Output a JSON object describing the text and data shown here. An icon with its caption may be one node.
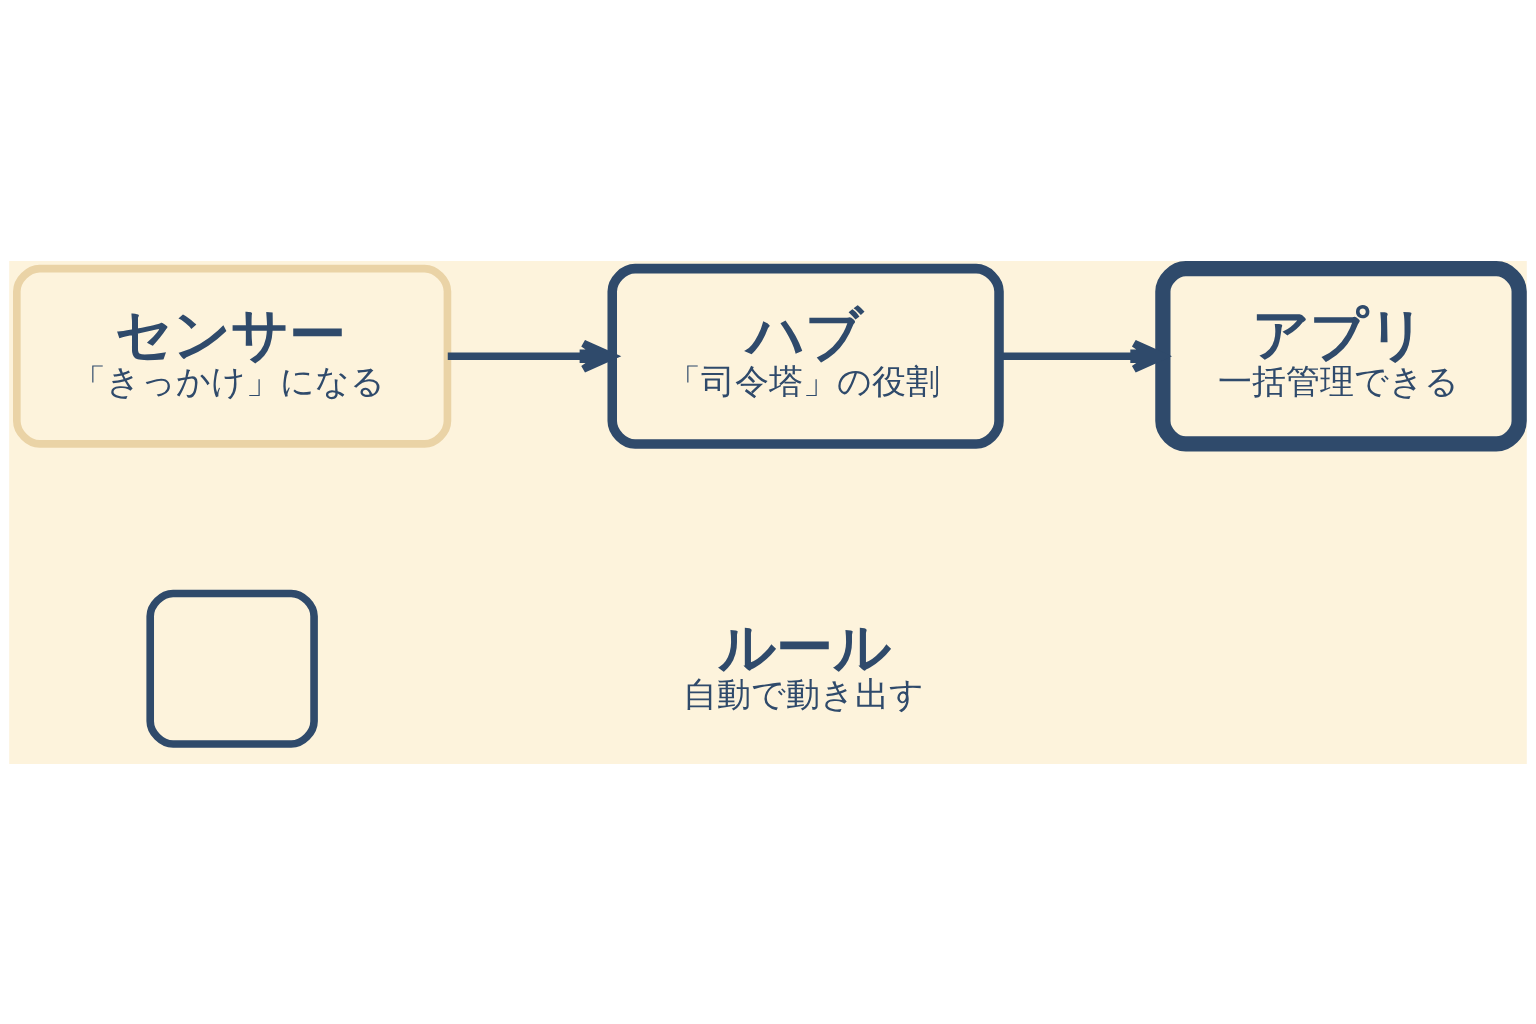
{
  "diagram": {
    "nodes": [
      {
        "text": [
          "センサー",
          "「きっかけ」になる"
        ]
      },
      {
        "text": [
          "ハブ",
          "「司令塔」の役割"
        ]
      },
      {
        "text": [
          "アプリ",
          "一括管理できる"
        ]
      },
      {
        "text": [
          "ルール",
          "自動で動き出す"
        ]
      },
      {
        "text": [],
        "shape": "box"
      }
    ],
    "edges": [
      {
        "from": 0,
        "to": 1,
        "arrow": "to"
      },
      {
        "from": 1,
        "to": 2,
        "arrow": "to"
      }
    ]
  }
}
